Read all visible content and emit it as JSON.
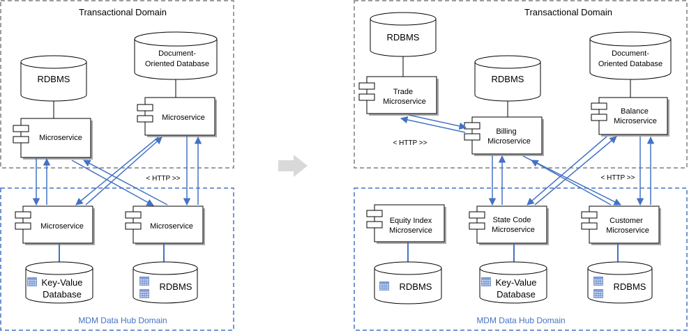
{
  "left": {
    "transactional_domain": "Transactional Domain",
    "mdm_domain": "MDM Data Hub Domain",
    "rdbms_top": "RDBMS",
    "doc_db_line1": "Document-",
    "doc_db_line2": "Oriented Database",
    "svc_top_left": "Microservice",
    "svc_top_right": "Microservice",
    "svc_bottom_left": "Microservice",
    "svc_bottom_right": "Microservice",
    "http_label": "< HTTP >>",
    "kv_line1": "Key-Value",
    "kv_line2": "Database",
    "rdbms_bottom": "RDBMS"
  },
  "right": {
    "transactional_domain": "Transactional Domain",
    "mdm_domain": "MDM Data Hub Domain",
    "rdbms_trade": "RDBMS",
    "rdbms_billing": "RDBMS",
    "doc_db_line1": "Document-",
    "doc_db_line2": "Oriented Database",
    "trade_line1": "Trade",
    "trade_line2": "Microservice",
    "billing_line1": "Billing",
    "billing_line2": "Microservice",
    "balance_line1": "Balance",
    "balance_line2": "Microservice",
    "http_left": "< HTTP >>",
    "http_right": "< HTTP >>",
    "equity_line1": "Equity Index",
    "equity_line2": "Microservice",
    "state_line1": "State Code",
    "state_line2": "Microservice",
    "customer_line1": "Customer",
    "customer_line2": "Microservice",
    "rdbms_equity": "RDBMS",
    "kv_line1": "Key-Value",
    "kv_line2": "Database",
    "rdbms_customer": "RDBMS"
  },
  "icons": {
    "transition_arrow": "right-arrow-icon",
    "component_icon": "uml-component-icon",
    "table_icon": "table-grid-icon"
  },
  "colors": {
    "connector": "#4472c4",
    "transactional_border": "#7f7f7f",
    "mdm_border": "#4472c4",
    "mdm_label": "#4472c4",
    "arrow_gray": "#d9d9d9"
  }
}
